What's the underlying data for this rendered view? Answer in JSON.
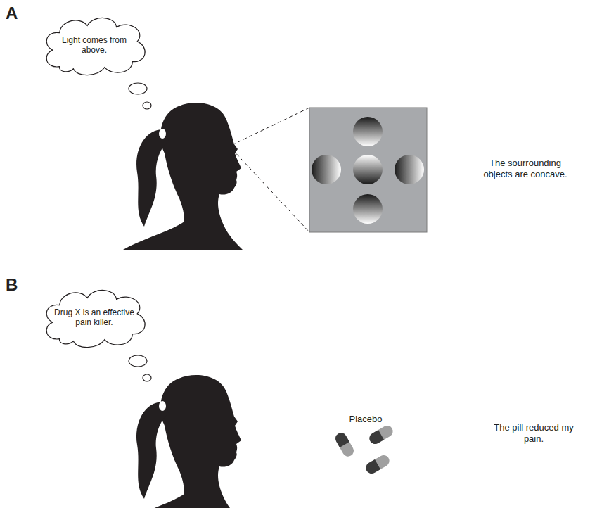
{
  "diagram": {
    "nodes": [
      {
        "text": [
          "Light comes from above."
        ]
      },
      {
        "text": [
          "Drug X is an effective pain killer."
        ]
      }
    ],
    "labels": [
      "A",
      "The sourrounding objects are concave.",
      "B",
      "Placebo",
      "The pill reduced my pain."
    ]
  }
}
